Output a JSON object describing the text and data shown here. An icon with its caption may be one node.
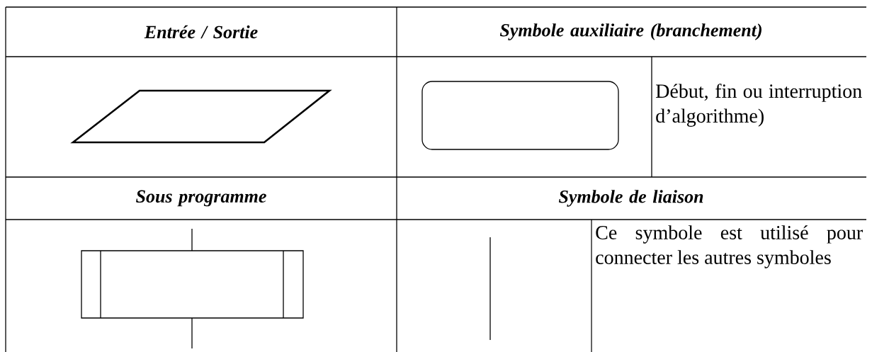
{
  "diagram": {
    "labels": [
      "Entrée / Sortie",
      "Symbole auxiliaire (branchement)",
      "Début, fin ou interruption d’algorithme)",
      "Sous programme",
      "Symbole de liaison",
      "Ce symbole est utilisé pour connecter les autres symboles"
    ]
  }
}
